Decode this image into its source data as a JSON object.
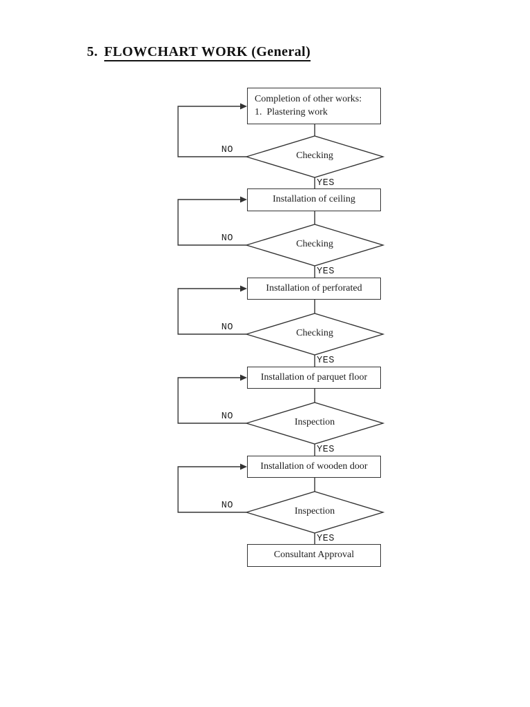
{
  "title": {
    "number": "5.",
    "text": "FLOWCHART WORK (General)"
  },
  "flowchart": {
    "steps": [
      {
        "line1": "Completion of other works:",
        "line2": "1.  Plastering work"
      },
      {
        "label": "Installation of ceiling"
      },
      {
        "label": "Installation of perforated"
      },
      {
        "label": "Installation of parquet floor"
      },
      {
        "label": "Installation of wooden door"
      },
      {
        "label": "Consultant Approval"
      }
    ],
    "decisions": [
      {
        "label": "Checking"
      },
      {
        "label": "Checking"
      },
      {
        "label": "Checking"
      },
      {
        "label": "Inspection"
      },
      {
        "label": "Inspection"
      }
    ],
    "no_label": "NO",
    "yes_label": "YES",
    "line_color": "#333333",
    "text_color": "#1c1c1c",
    "background_color": "#ffffff"
  }
}
